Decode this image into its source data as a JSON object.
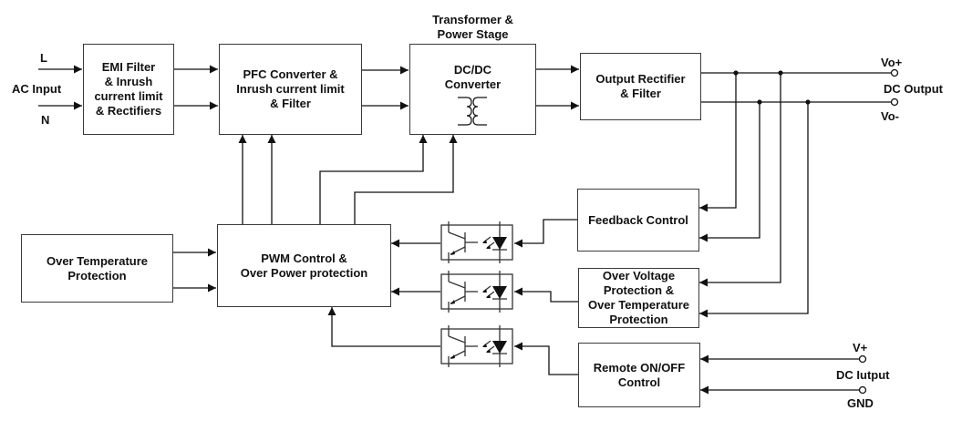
{
  "diagram": {
    "title_note": "Transformer &\nPower Stage",
    "blocks": {
      "emi_filter": "EMI Filter\n& Inrush\ncurrent limit\n& Rectifiers",
      "pfc_converter": "PFC Converter &\nInrush current limit\n& Filter",
      "dcdc_converter": "DC/DC\nConverter",
      "output_rectifier": "Output Rectifier\n& Filter",
      "feedback_control": "Feedback Control",
      "ovp_otp": "Over Voltage\nProtection &\nOver Temperature\nProtection",
      "remote_onoff": "Remote ON/OFF\nControl",
      "over_temperature": "Over Temperature\nProtection",
      "pwm_control": "PWM Control &\nOver Power protection"
    },
    "terminals": {
      "ac_input": "AC Input",
      "line": "L",
      "neutral": "N",
      "vo_plus": "Vo+",
      "dc_output": "DC Output",
      "vo_minus": "Vo-",
      "v_plus": "V+",
      "dc_input": "DC Iutput",
      "gnd": "GND"
    },
    "components": [
      "transformer-symbol",
      "optocoupler-feedback",
      "optocoupler-ovp",
      "optocoupler-remote"
    ],
    "colors": {
      "line": "#111111",
      "box_border": "#3a3a3a",
      "background": "#ffffff"
    }
  }
}
